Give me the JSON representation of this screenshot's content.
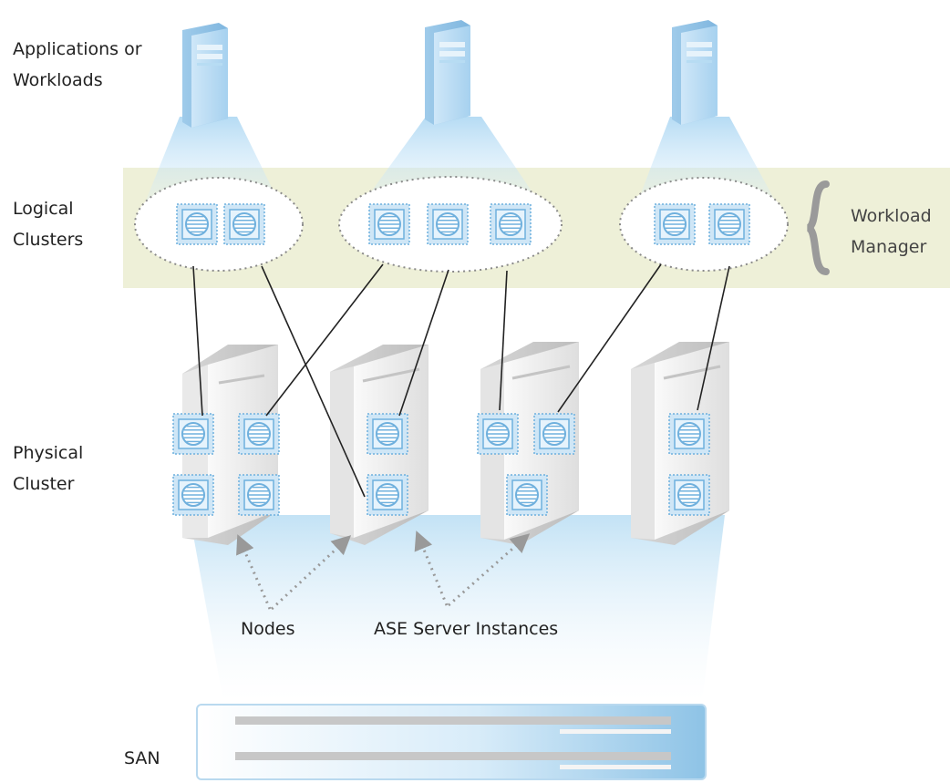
{
  "labels": {
    "applications": [
      "Applications or",
      "Workloads"
    ],
    "logical": [
      "Logical",
      "Clusters"
    ],
    "physical": [
      "Physical",
      "Cluster"
    ],
    "workload_manager": [
      "Workload",
      "Manager"
    ],
    "nodes": "Nodes",
    "ase_instances": "ASE Server Instances",
    "san": "SAN"
  },
  "applications": [
    {
      "id": "app-1"
    },
    {
      "id": "app-2"
    },
    {
      "id": "app-3"
    }
  ],
  "logical_clusters": [
    {
      "id": "lc-1",
      "instances": 2
    },
    {
      "id": "lc-2",
      "instances": 3
    },
    {
      "id": "lc-3",
      "instances": 2
    }
  ],
  "physical_nodes": [
    {
      "id": "node-1",
      "instances": 4
    },
    {
      "id": "node-2",
      "instances": 2
    },
    {
      "id": "node-3",
      "instances": 3
    },
    {
      "id": "node-4",
      "instances": 2
    }
  ],
  "connections": [
    [
      "lc-1.0",
      "node-1.0"
    ],
    [
      "lc-1.1",
      "node-2.1"
    ],
    [
      "lc-2.0",
      "node-1.1"
    ],
    [
      "lc-2.1",
      "node-2.0"
    ],
    [
      "lc-2.2",
      "node-3.0"
    ],
    [
      "lc-3.0",
      "node-3.1"
    ],
    [
      "lc-3.1",
      "node-4.0"
    ]
  ],
  "colors": {
    "band": "#eef0d8",
    "server_light": "#d6eaf7",
    "server_dark": "#8ec3e6",
    "instance_fill": "#cfe6f6",
    "instance_border": "#6fb0dd",
    "node_body": "#f0f0f0",
    "node_shade": "#c9c9c9",
    "connector": "#222222",
    "arrow": "#999999",
    "bracket": "#9a9a9a",
    "san_dark": "#8ec3e6",
    "san_light": "#ffffff"
  }
}
